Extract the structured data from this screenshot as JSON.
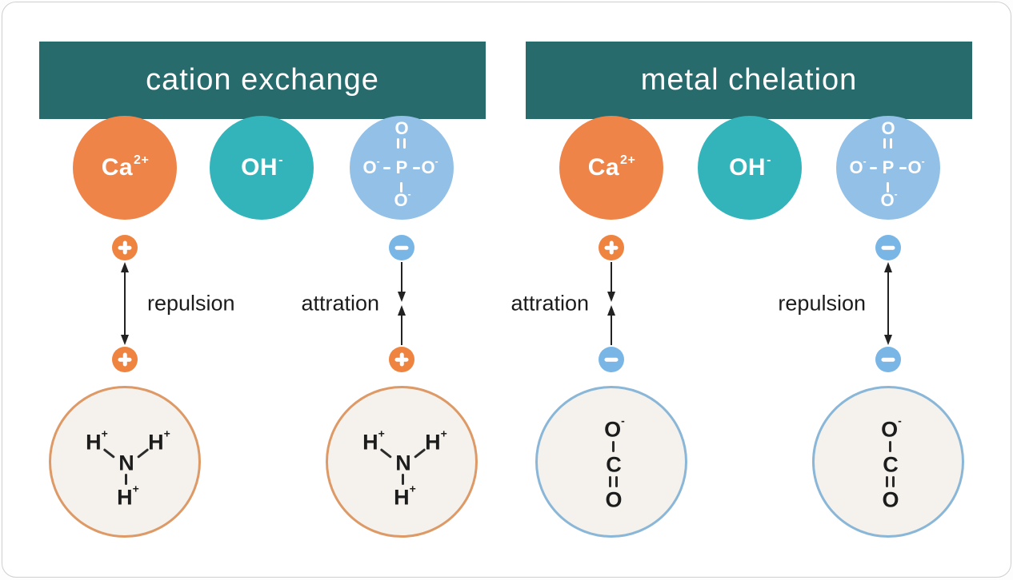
{
  "diagram": {
    "colors": {
      "header_bg": "#286b6d",
      "header_text": "#ffffff",
      "calcium_circle": "#ef8449",
      "hydroxide_circle": "#33b4ba",
      "phosphate_circle": "#93c0e7",
      "plus_badge": "#ee8440",
      "minus_badge": "#79b6e6",
      "molecule_fill": "#f5f2ed",
      "ammonium_border": "#dd9a67",
      "carboxylate_border": "#8ab7d8",
      "label_text": "#1c1c1c"
    },
    "panels": [
      {
        "title": "cation exchange",
        "ions": [
          {
            "name": "calcium",
            "base": "Ca",
            "sup": "2+"
          },
          {
            "name": "hydroxide",
            "base": "OH",
            "sup": "-"
          },
          {
            "name": "phosphate"
          }
        ],
        "interactions": [
          {
            "type": "repulsion",
            "label": "repulsion",
            "label_side": "right",
            "top_charge": "+",
            "bottom_charge": "+"
          },
          {
            "type": "attraction",
            "label": "attration",
            "label_side": "left",
            "top_charge": "-",
            "bottom_charge": "+"
          }
        ],
        "molecules": [
          "ammonium",
          "ammonium"
        ]
      },
      {
        "title": "metal chelation",
        "ions": [
          {
            "name": "calcium",
            "base": "Ca",
            "sup": "2+"
          },
          {
            "name": "hydroxide",
            "base": "OH",
            "sup": "-"
          },
          {
            "name": "phosphate"
          }
        ],
        "interactions": [
          {
            "type": "attraction",
            "label": "attration",
            "label_side": "left",
            "top_charge": "+",
            "bottom_charge": "-"
          },
          {
            "type": "repulsion",
            "label": "repulsion",
            "label_side": "left",
            "top_charge": "-",
            "bottom_charge": "-"
          }
        ],
        "molecules": [
          "carboxylate",
          "carboxylate"
        ]
      }
    ],
    "phosphate_structure": {
      "top": "O",
      "left": "O",
      "left_sup": "-",
      "center": "P",
      "right": "O",
      "right_sup": "-",
      "bottom": "O",
      "bottom_sup": "-"
    },
    "ammonium_structure": {
      "h": "H",
      "h_sup": "+",
      "center": "N"
    },
    "carboxylate_structure": {
      "top": "O",
      "top_sup": "-",
      "center": "C",
      "bottom": "O"
    }
  }
}
